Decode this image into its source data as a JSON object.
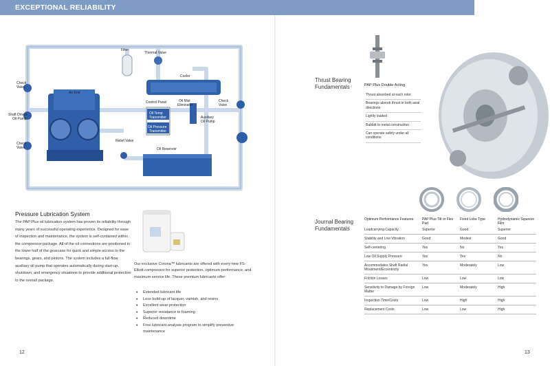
{
  "header": {
    "title": "EXCEPTIONAL RELIABILITY"
  },
  "diagram": {
    "labels": {
      "filter": "Filter",
      "thermal_valve": "Thermal Valve",
      "cooler": "Cooler",
      "check_valve_left_top": "Check\nValve",
      "air_end": "Air End",
      "shaft_pump": "Shaft Driven\nOil Pump",
      "check_valve_left_bottom": "Check\nValve",
      "control_panel": "Control Panel",
      "oil_mist": "Oil Mist\nEliminator",
      "oil_temp": "Oil Temp\nTransmitter",
      "oil_pressure": "Oil Pressure\nTransmitter",
      "check_valve_right": "Check\nValve",
      "aux_pump": "Auxiliary\nOil Pump",
      "relief_valve": "Relief Valve",
      "oil_reservoir": "Oil Reservoir"
    }
  },
  "pressure_lub": {
    "title": "Pressure Lubrication System",
    "body": "The PAP Plus oil lubrication system has proven its reliability through many years of successful operating experience. Designed for ease of inspection and maintenance, the system is self-contained within the compressor package. All of the oil connections are positioned in the lower half of the gearcase for quick and simple access to the bearings, gears, and pinions. The system includes a full-flow auxiliary oil pump that operates automatically during start-up, shutdown, and emergency situations to provide additional protection to the overall package."
  },
  "lubricants": {
    "intro": "Our exclusive Corona™ lubricants are offered with every new FS-Elliott compressor for superior protection, optimum performance, and maximum service life. These premium lubricants offer:",
    "items": [
      "Extended lubricant life",
      "Less build-up of lacquer, varnish, and resins",
      "Excellent wear protection",
      "Superior resistance to foaming",
      "Reduced downtime",
      "Free lubricant analysis program to simplify preventive maintenance"
    ]
  },
  "thrust": {
    "title": "Thrust Bearing Fundamentals",
    "subtitle": "PAP Plus Double Acting",
    "items": [
      "Thrust absorbed at each rotor",
      "Bearings absorb thrust in both axial directions",
      "Lightly loaded",
      "Babbitt to metal construction",
      "Can operate safely under all conditions"
    ]
  },
  "journal": {
    "title": "Journal Bearing Fundamentals",
    "headers": [
      "Optimum Performance Features",
      "PAP Plus Tilt or Flex Pad",
      "Fixed Lobe Type",
      "Hydrodynamic Squeeze Film"
    ],
    "rows": [
      [
        "Loadcarrying Capacity",
        "Superior",
        "Good",
        "Superior"
      ],
      [
        "Stability and Low Vibration",
        "Good",
        "Modest",
        "Good"
      ],
      [
        "Self-centering",
        "Yes",
        "No",
        "Yes"
      ],
      [
        "Low Oil Supply Pressure",
        "Yes",
        "Yes",
        "No"
      ],
      [
        "Accommodates Shaft Radial Movement/Eccentricity",
        "Yes",
        "Moderately",
        "Low"
      ],
      [
        "Friction Losses",
        "Low",
        "Low",
        "Low"
      ],
      [
        "Sensitivity to Damage by Foreign Matter",
        "Low",
        "Moderately",
        "High"
      ],
      [
        "Inspection Time/Costs",
        "Low",
        "High",
        "High"
      ],
      [
        "Replacement Costs",
        "Low",
        "Low",
        "High"
      ]
    ]
  },
  "page_numbers": {
    "left": "12",
    "right": "13"
  }
}
